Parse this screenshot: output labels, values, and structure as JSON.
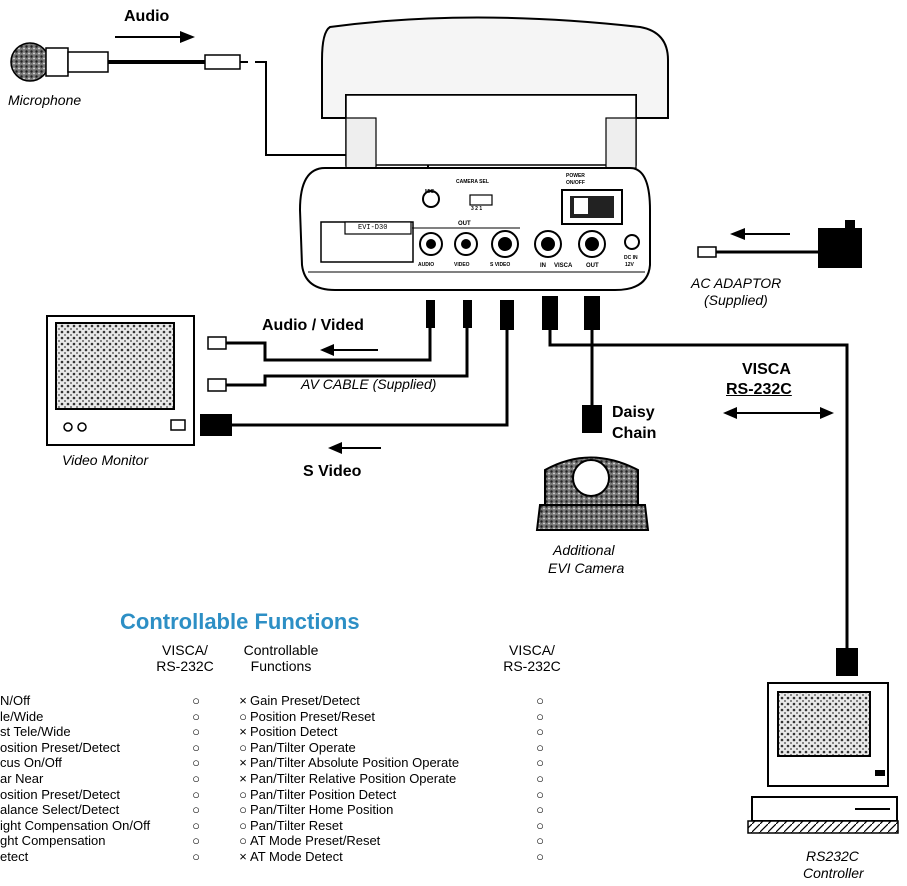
{
  "labels": {
    "audio_top": "Audio",
    "microphone": "Microphone",
    "audio_video": "Audio / Vided",
    "av_cable": "AV CABLE (Supplied)",
    "video_monitor": "Video Monitor",
    "s_video": "S Video",
    "ac_adaptor_line1": "AC ADAPTOR",
    "ac_adaptor_line2": "(Supplied)",
    "visca": "VISCA",
    "rs232c": "RS-232C",
    "daisy": "Daisy",
    "chain": "Chain",
    "additional_line1": "Additional",
    "additional_line2": "EVI Camera",
    "controller_line1": "RS232C",
    "controller_line2": "Controller"
  },
  "camera_panel": {
    "mic": "MIC",
    "camera_sel": "CAMERA SEL",
    "camera_sel_nums": "3 2 1",
    "power": "POWER",
    "onoff": "ON/OFF",
    "out": "OUT",
    "model": "EVI-D30",
    "audio": "AUDIO",
    "video": "VIDEO",
    "svideo": "S VIDEO",
    "in": "IN",
    "visca": "VISCA",
    "visca_out": "OUT",
    "dc_in": "DC IN",
    "dc_volt": "12V"
  },
  "table": {
    "title": "Controllable Functions",
    "col_left_h1": "VISCA/",
    "col_left_h2": "RS-232C",
    "col_mid_h1": "Controllable",
    "col_mid_h2": "Functions",
    "col_right_h1": "VISCA/",
    "col_right_h2": "RS-232C",
    "left_rows": [
      "N/Off",
      "le/Wide",
      "st Tele/Wide",
      "osition Preset/Detect",
      "cus On/Off",
      "ar Near",
      "osition Preset/Detect",
      "alance Select/Detect",
      "ight Compensation On/Off",
      "ght Compensation",
      "etect"
    ],
    "left_symbols": [
      "○",
      "○",
      "○",
      "○",
      "○",
      "○",
      "○",
      "○",
      "○",
      "○",
      "○"
    ],
    "mid_marks": [
      "×",
      "○",
      "×",
      "○",
      "×",
      "×",
      "○",
      "○",
      "○",
      "○",
      "×"
    ],
    "mid_rows": [
      "Gain Preset/Detect",
      "Position Preset/Reset",
      "Position Detect",
      "Pan/Tilter Operate",
      "Pan/Tilter Absolute Position Operate",
      "Pan/Tilter Relative Position Operate",
      "Pan/Tilter Position Detect",
      "Pan/Tilter Home Position",
      "Pan/Tilter Reset",
      "AT Mode Preset/Reset",
      "AT Mode Detect"
    ],
    "right_symbols": [
      "○",
      "○",
      "○",
      "○",
      "○",
      "○",
      "○",
      "○",
      "○",
      "○",
      "○"
    ]
  },
  "colors": {
    "title": "#2d8fc5",
    "ink": "#000000"
  }
}
